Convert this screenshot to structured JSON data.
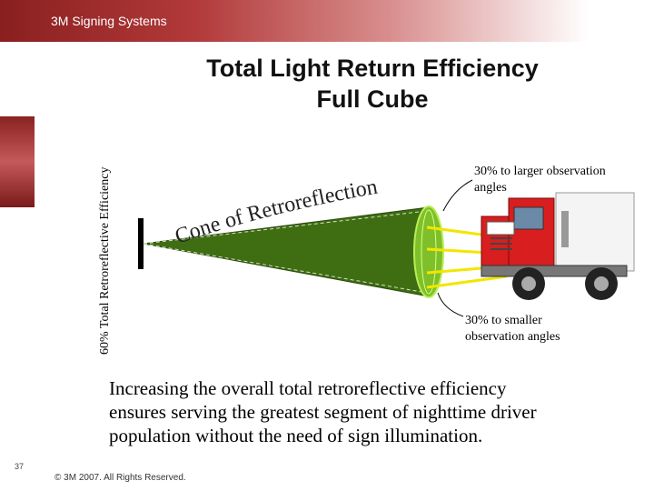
{
  "header": {
    "brand": "3M Signing Systems"
  },
  "title": {
    "line1": "Total Light Return Efficiency",
    "line2": "Full Cube"
  },
  "vertical_label": "60% Total Retroreflective Efficiency",
  "cone_label": "Cone of Retroreflection",
  "callouts": {
    "top_line1": "30% to larger observation",
    "top_line2": "angles",
    "bottom_line1": "30% to smaller",
    "bottom_line2": "observation angles"
  },
  "body": {
    "line1": "Increasing the overall total retroreflective efficiency",
    "line2": "ensures serving the greatest segment of nighttime driver",
    "line3": "population without the need of sign illumination."
  },
  "footer": {
    "page_number": "37",
    "copyright": "© 3M 2007.  All Rights Reserved."
  },
  "colors": {
    "cone": "#3f6e12",
    "cone_edge": "#9bd43a",
    "beam": "#f2e600",
    "truck_red": "#d81e1e"
  }
}
